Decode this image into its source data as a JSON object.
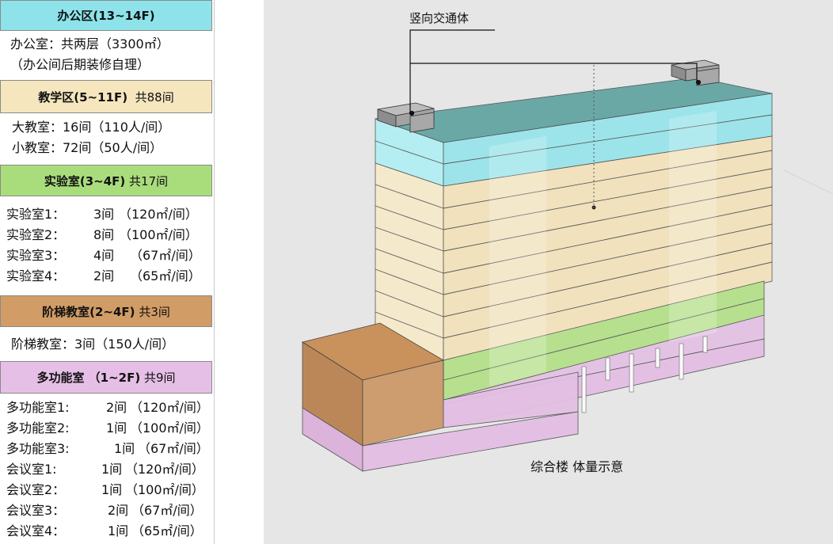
{
  "panel": {
    "office": {
      "title": "办公区(13~14F)",
      "suffix": "",
      "lines": [
        "办公室：共两层（3300㎡）",
        "（办公间后期装修自理）"
      ],
      "color": "#8ee3ea"
    },
    "teaching": {
      "title": "教学区(5~11F)",
      "suffix": "共88间",
      "lines": [
        "大教室：16间（110人/间）",
        "小教室：72间（50人/间）"
      ],
      "color": "#f5e6be"
    },
    "lab": {
      "title": "实验室(3~4F)",
      "suffix": "共17间",
      "rows": [
        {
          "name": "实验室1：",
          "count": "3间",
          "area": "（120㎡/间）"
        },
        {
          "name": "实验室2：",
          "count": "8间",
          "area": "（100㎡/间）"
        },
        {
          "name": "实验室3：",
          "count": "4间",
          "area": "（67㎡/间）"
        },
        {
          "name": "实验室4：",
          "count": "2间",
          "area": "（65㎡/间）"
        }
      ],
      "color": "#a9dd7c"
    },
    "lecture": {
      "title": "阶梯教室(2~4F)",
      "suffix": "共3间",
      "lines": [
        "阶梯教室：3间（150人/间）"
      ],
      "color": "#d19c66"
    },
    "multi": {
      "title": "多功能室 （1~2F)",
      "suffix": "共9间",
      "rows": [
        {
          "name": "多功能室1:",
          "count": "2间",
          "area": "（120㎡/间）"
        },
        {
          "name": "多功能室2:",
          "count": "1间",
          "area": "（100㎡/间）"
        },
        {
          "name": "多功能室3:",
          "count": "1间",
          "area": "（67㎡/间）"
        },
        {
          "name": "会议室1:",
          "count": "1间",
          "area": "（120㎡/间）"
        },
        {
          "name": "会议室2：",
          "count": "1间",
          "area": "（100㎡/间）"
        },
        {
          "name": "会议室3：",
          "count": "2间",
          "area": "（67㎡/间）"
        },
        {
          "name": "会议室4：",
          "count": "1间",
          "area": "（65㎡/间）"
        }
      ],
      "color": "#e6bfe6"
    }
  },
  "diagram": {
    "vertical_transport_label": "竖向交通体",
    "caption": "综合楼 体量示意",
    "colors": {
      "roof": "#6aa8a6",
      "office": "#9ce4ea",
      "teaching": "#f1e2bd",
      "lab": "#b6e08e",
      "multi": "#e3c0e3",
      "lecture": "#c9915c",
      "core": "#9a9a9a"
    }
  }
}
